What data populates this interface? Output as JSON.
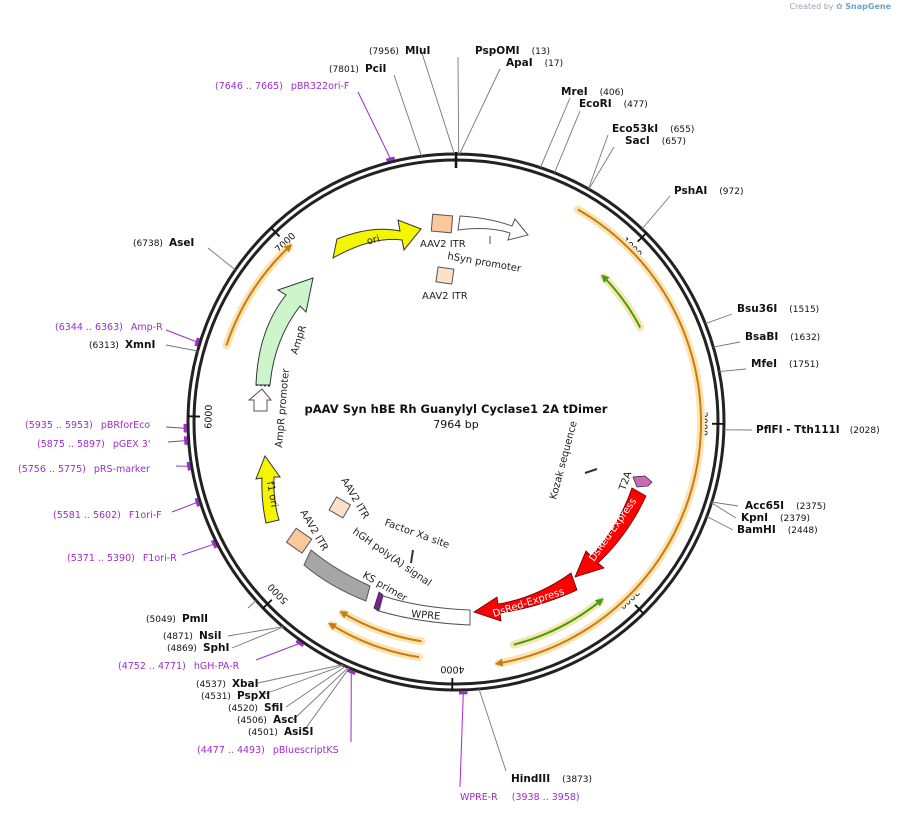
{
  "watermark": {
    "prefix": "Created by",
    "brand": "SnapGene"
  },
  "plasmid": {
    "name": "pAAV Syn hBE Rh Guanylyl Cyclase1 2A tDimer",
    "length": 7964,
    "length_label": "7964 bp"
  },
  "ticks": [
    "1000",
    "2000",
    "3000",
    "4000",
    "5000",
    "6000",
    "7000"
  ],
  "sites": [
    {
      "name": "MluI",
      "pos": "(7956)"
    },
    {
      "name": "PspOMI",
      "pos": "(13)"
    },
    {
      "name": "ApaI",
      "pos": "(17)"
    },
    {
      "name": "PciI",
      "pos": "(7801)"
    },
    {
      "name": "MreI",
      "pos": "(406)"
    },
    {
      "name": "EcoRI",
      "pos": "(477)"
    },
    {
      "name": "Eco53kI",
      "pos": "(655)"
    },
    {
      "name": "SacI",
      "pos": "(657)"
    },
    {
      "name": "PshAI",
      "pos": "(972)"
    },
    {
      "name": "AseI",
      "pos": "(6738)"
    },
    {
      "name": "Bsu36I",
      "pos": "(1515)"
    },
    {
      "name": "BsaBI",
      "pos": "(1632)"
    },
    {
      "name": "MfeI",
      "pos": "(1751)"
    },
    {
      "name": "XmnI",
      "pos": "(6313)"
    },
    {
      "name": "PflFI - Tth111I",
      "pos": "(2028)"
    },
    {
      "name": "Acc65I",
      "pos": "(2375)"
    },
    {
      "name": "KpnI",
      "pos": "(2379)"
    },
    {
      "name": "BamHI",
      "pos": "(2448)"
    },
    {
      "name": "PmlI",
      "pos": "(5049)"
    },
    {
      "name": "NsiI",
      "pos": "(4871)"
    },
    {
      "name": "SphI",
      "pos": "(4869)"
    },
    {
      "name": "XbaI",
      "pos": "(4537)"
    },
    {
      "name": "PspXI",
      "pos": "(4531)"
    },
    {
      "name": "SfiI",
      "pos": "(4520)"
    },
    {
      "name": "AscI",
      "pos": "(4506)"
    },
    {
      "name": "AsiSI",
      "pos": "(4501)"
    },
    {
      "name": "HindIII",
      "pos": "(3873)"
    }
  ],
  "primers": [
    {
      "range": "(7646 .. 7665)",
      "name": "pBR322ori-F"
    },
    {
      "range": "(6344 .. 6363)",
      "name": "Amp-R"
    },
    {
      "range": "(5935 .. 5953)",
      "name": "pBRforEco"
    },
    {
      "range": "(5875 .. 5897)",
      "name": "pGEX 3'"
    },
    {
      "range": "(5756 .. 5775)",
      "name": "pRS-marker"
    },
    {
      "range": "(5581 .. 5602)",
      "name": "F1ori-F"
    },
    {
      "range": "(5371 .. 5390)",
      "name": "F1ori-R"
    },
    {
      "range": "(4752 .. 4771)",
      "name": "hGH-PA-R"
    },
    {
      "range": "(4477 .. 4493)",
      "name": "pBluescriptKS"
    },
    {
      "name": "WPRE-R",
      "range": "(3938 .. 3958)"
    }
  ],
  "features": [
    {
      "name": "ori",
      "color": "#f5f500"
    },
    {
      "name": "AAV2 ITR",
      "color": "#f9c99b"
    },
    {
      "name": "hSyn promoter",
      "color": "#ffffff"
    },
    {
      "name": "AAV2 ITR",
      "color": "#fde0c7"
    },
    {
      "name": "AmpR",
      "color": "#ccf5cc"
    },
    {
      "name": "AmpR promoter",
      "color": "#ffffff"
    },
    {
      "name": "f1 ori",
      "color": "#f5f500"
    },
    {
      "name": "AAV2 ITR",
      "color": "#fde0c7"
    },
    {
      "name": "AAV2 ITR",
      "color": "#f9c99b"
    },
    {
      "name": "Factor Xa site"
    },
    {
      "name": "hGH poly(A) signal",
      "color": "#a6a6a6"
    },
    {
      "name": "KS primer",
      "color": "#7b1fa2"
    },
    {
      "name": "WPRE",
      "color": "#ffffff"
    },
    {
      "name": "DsRed-Express",
      "color": "#ff0000"
    },
    {
      "name": "DsRed-Express",
      "color": "#ff0000"
    },
    {
      "name": "Kozak sequence"
    },
    {
      "name": "T2A",
      "color": "#c96ab7"
    }
  ],
  "colors": {
    "primer": "#9b2ec9",
    "orf": "#c87c11",
    "orf_glow": "#fbe3b2",
    "green_orf": "#3aa30d",
    "backbone": "#222222"
  }
}
